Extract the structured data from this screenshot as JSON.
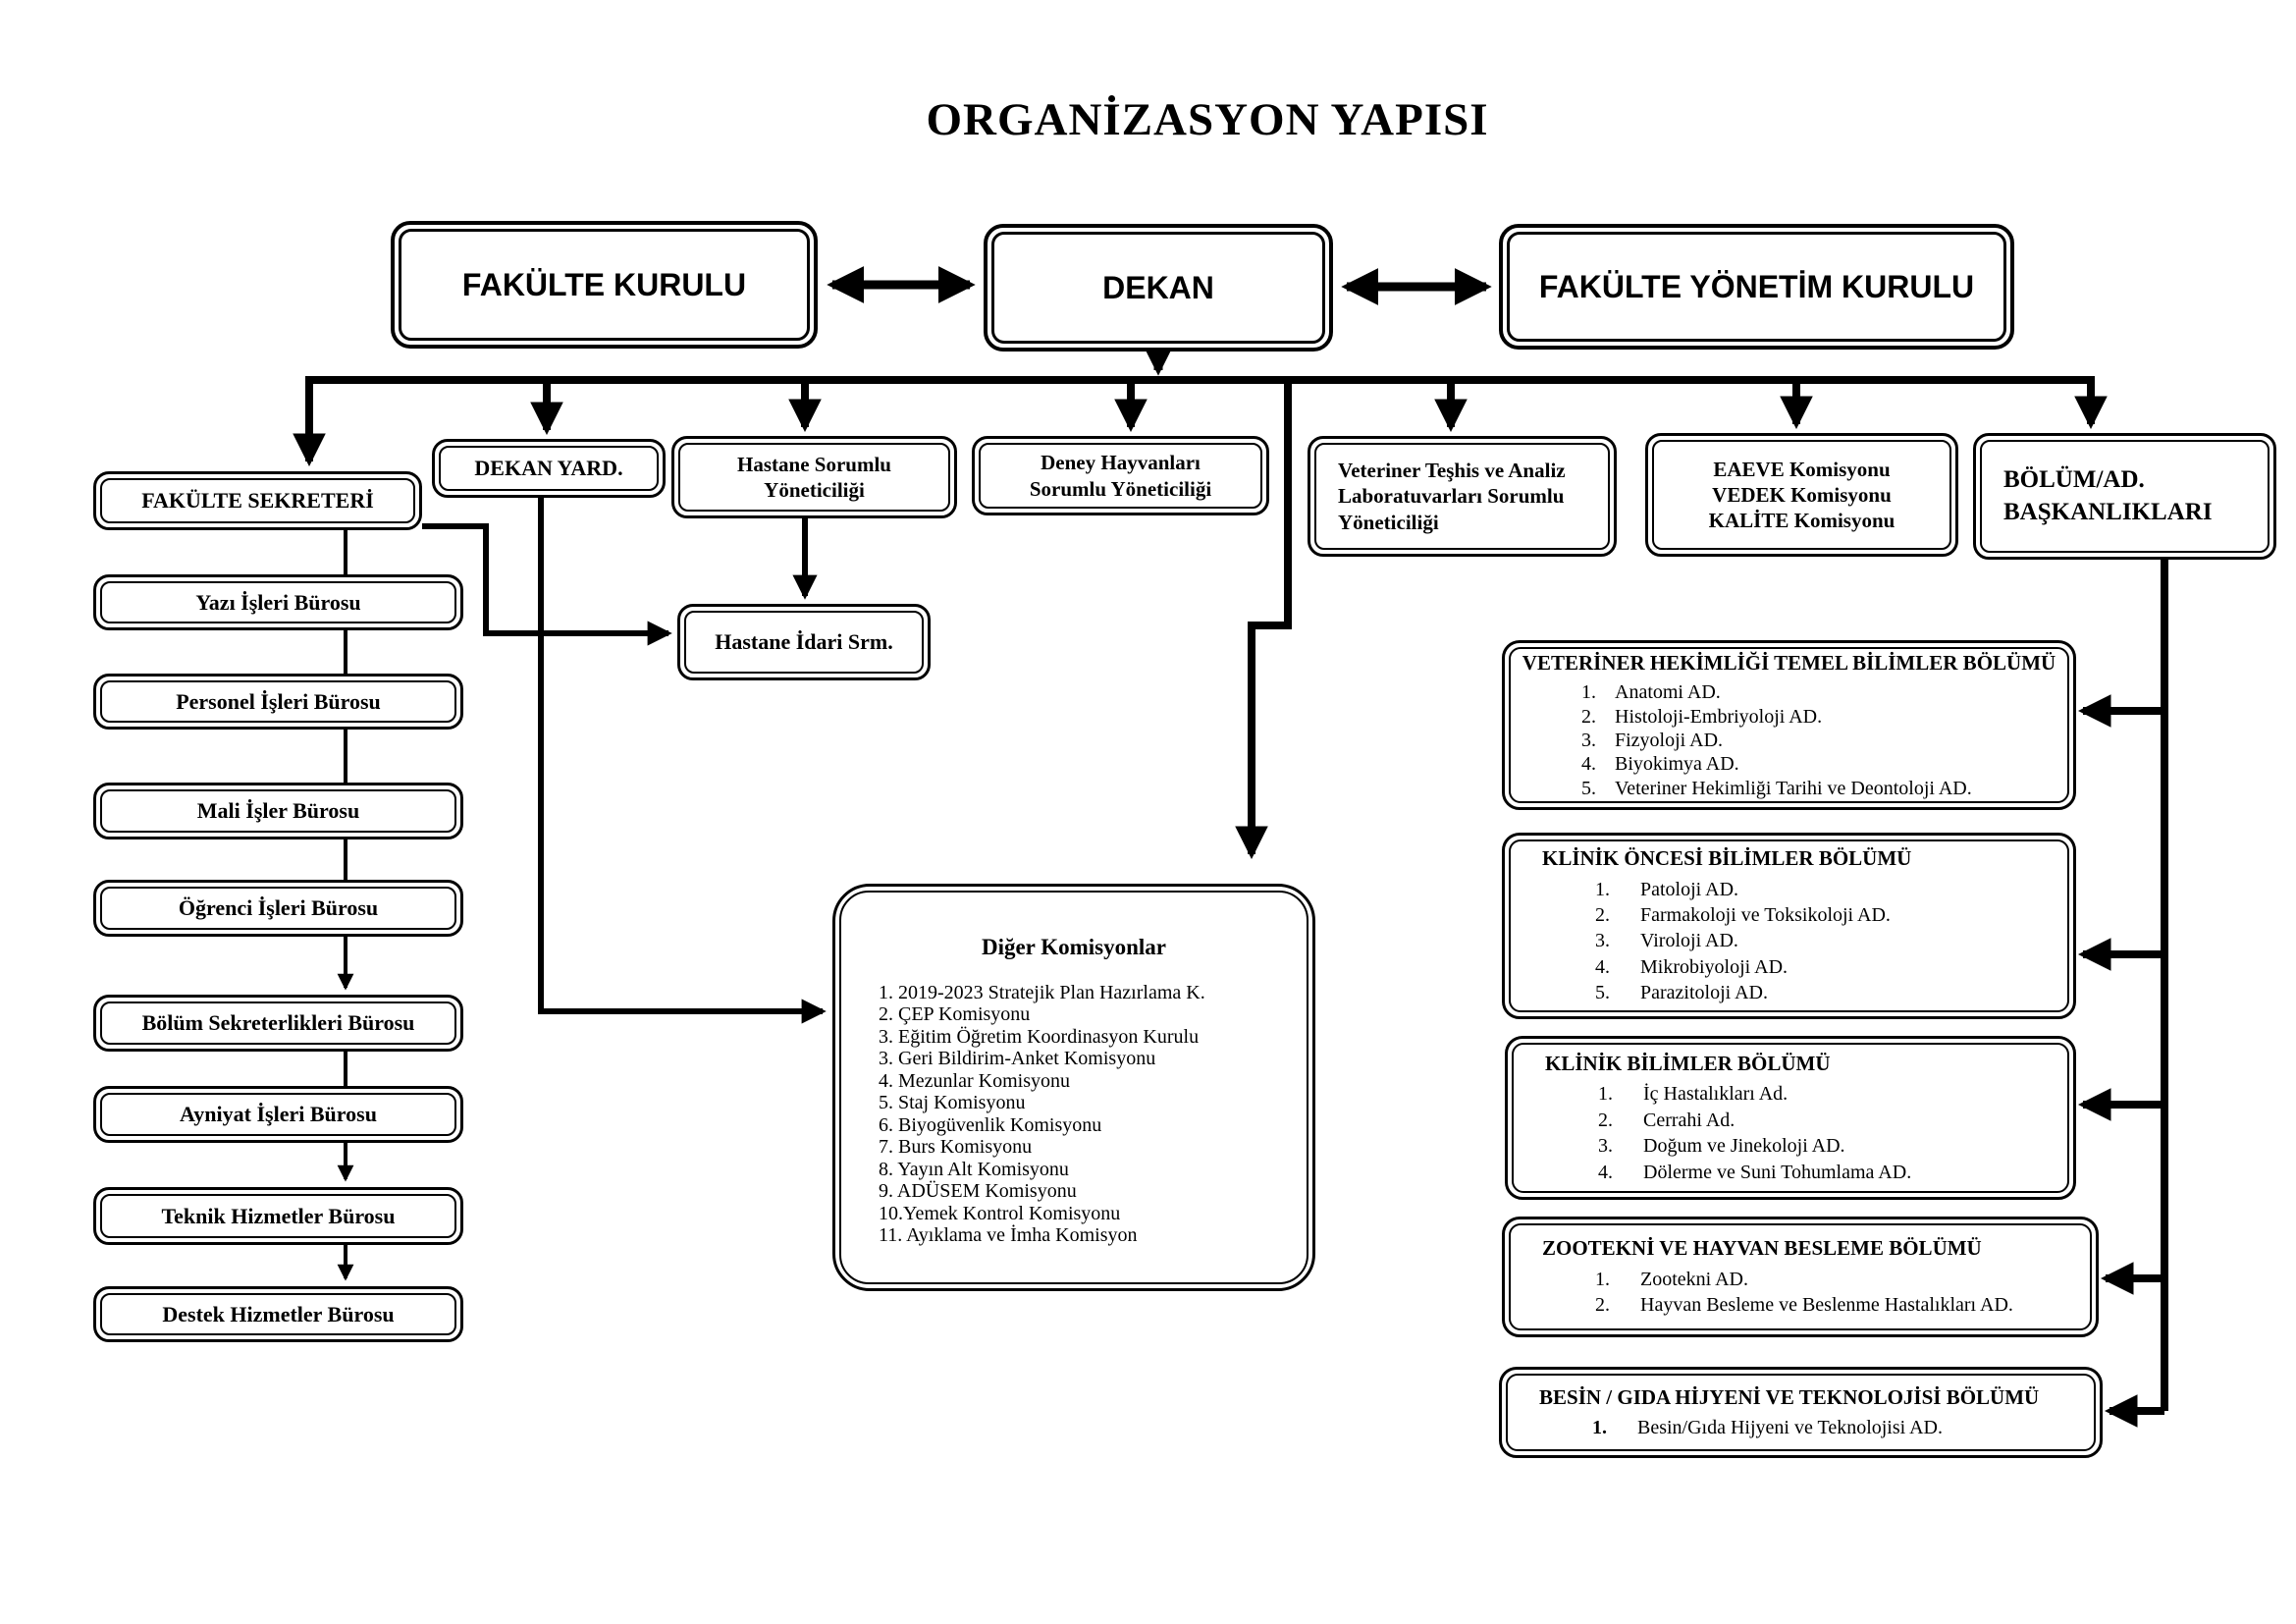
{
  "title": "ORGANİZASYON YAPISI",
  "top": {
    "fakulte_kurulu": "FAKÜLTE KURULU",
    "dekan": "DEKAN",
    "fakulte_yonetim_kurulu": "FAKÜLTE YÖNETİM KURULU"
  },
  "level2": {
    "fakulte_sekreteri": "FAKÜLTE SEKRETERİ",
    "dekan_yard": "DEKAN YARD.",
    "hastane_sorumlu": "Hastane Sorumlu\nYöneticiliği",
    "deney_hayvanlari": "Deney Hayvanları\nSorumlu Yöneticiliği",
    "veteriner_teshis": "Veteriner Teşhis ve Analiz\nLaboratuvarları Sorumlu\nYöneticiliği",
    "komisyonlar": "EAEVE Komisyonu\nVEDEK Komisyonu\nKALİTE Komisyonu",
    "bolum_baskanliklari": "BÖLÜM/AD.\nBAŞKANLIKLARI"
  },
  "hastane_idari": "Hastane İdari Srm.",
  "left_column": {
    "items": [
      "Yazı İşleri Bürosu",
      "Personel İşleri Bürosu",
      "Mali İşler Bürosu",
      "Öğrenci İşleri Bürosu",
      "Bölüm Sekreterlikleri Bürosu",
      "Ayniyat İşleri Bürosu",
      "Teknik Hizmetler Bürosu",
      "Destek Hizmetler Bürosu"
    ]
  },
  "diger_komisyonlar": {
    "title": "Diğer Komisyonlar",
    "items": [
      "1. 2019-2023 Stratejik Plan Hazırlama K.",
      "2. ÇEP Komisyonu",
      "3. Eğitim Öğretim Koordinasyon Kurulu",
      "3. Geri Bildirim-Anket Komisyonu",
      "4. Mezunlar Komisyonu",
      "5. Staj Komisyonu",
      "6. Biyogüvenlik Komisyonu",
      "7. Burs Komisyonu",
      "8. Yayın Alt Komisyonu",
      "9. ADÜSEM Komisyonu",
      "10.Yemek Kontrol Komisyonu",
      "11. Ayıklama ve İmha Komisyon"
    ]
  },
  "departments": [
    {
      "title": "VETERİNER HEKİMLİĞİ TEMEL BİLİMLER BÖLÜMÜ",
      "items": [
        "Anatomi AD.",
        "Histoloji-Embriyoloji AD.",
        "Fizyoloji AD.",
        "Biyokimya AD.",
        "Veteriner Hekimliği Tarihi ve Deontoloji AD."
      ]
    },
    {
      "title": "KLİNİK ÖNCESİ BİLİMLER BÖLÜMÜ",
      "items": [
        "Patoloji AD.",
        "Farmakoloji ve Toksikoloji AD.",
        "Viroloji AD.",
        "Mikrobiyoloji AD.",
        "Parazitoloji AD."
      ]
    },
    {
      "title": "KLİNİK BİLİMLER BÖLÜMÜ",
      "items": [
        "İç Hastalıkları Ad.",
        "Cerrahi Ad.",
        "Doğum ve Jinekoloji AD.",
        "Dölerme ve Suni Tohumlama AD."
      ]
    },
    {
      "title": "ZOOTEKNİ VE HAYVAN BESLEME BÖLÜMÜ",
      "items": [
        "Zootekni AD.",
        "Hayvan Besleme ve Beslenme Hastalıkları AD."
      ]
    },
    {
      "title": "BESİN / GIDA HİJYENİ VE TEKNOLOJİSİ BÖLÜMÜ",
      "items": [
        "Besin/Gıda Hijyeni ve Teknolojisi AD."
      ]
    }
  ]
}
